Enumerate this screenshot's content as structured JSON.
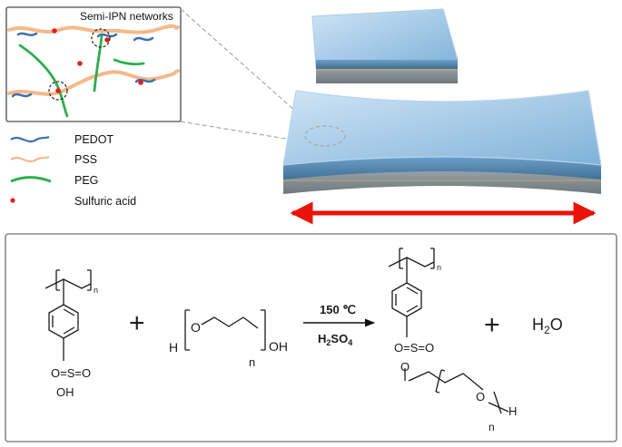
{
  "inset": {
    "title": "Semi-IPN networks"
  },
  "legend": {
    "items": [
      {
        "label": "PEDOT",
        "color": "#3f6fb0",
        "kind": "wavy-line"
      },
      {
        "label": "PSS",
        "color": "#f4b98a",
        "kind": "wavy-line"
      },
      {
        "label": "PEG",
        "color": "#2fae4e",
        "kind": "line"
      },
      {
        "label": "Sulfuric acid",
        "color": "#e0201b",
        "kind": "dot"
      }
    ]
  },
  "film": {
    "stretch_arrow_color": "#e8140c",
    "film_color": "#7fb2d9"
  },
  "reaction": {
    "subscript_n": "n",
    "pss_sulfonate": "O=S=O",
    "pss_hydroxyl": "OH",
    "plus": "+",
    "peg_h": "H",
    "peg_o": "O",
    "peg_oh": "OH",
    "peg_n": "n",
    "condition_temp": "150 ℃",
    "condition_acid_main": "H",
    "condition_acid_sub1": "2",
    "condition_acid_mid": "SO",
    "condition_acid_sub2": "4",
    "product_sulfonate": "O=S=O",
    "product_ester_o": "O",
    "product_chain_o": "O",
    "product_chain_n": "n",
    "product_h": "H",
    "water_main": "H",
    "water_sub": "2",
    "water_o": "O"
  }
}
